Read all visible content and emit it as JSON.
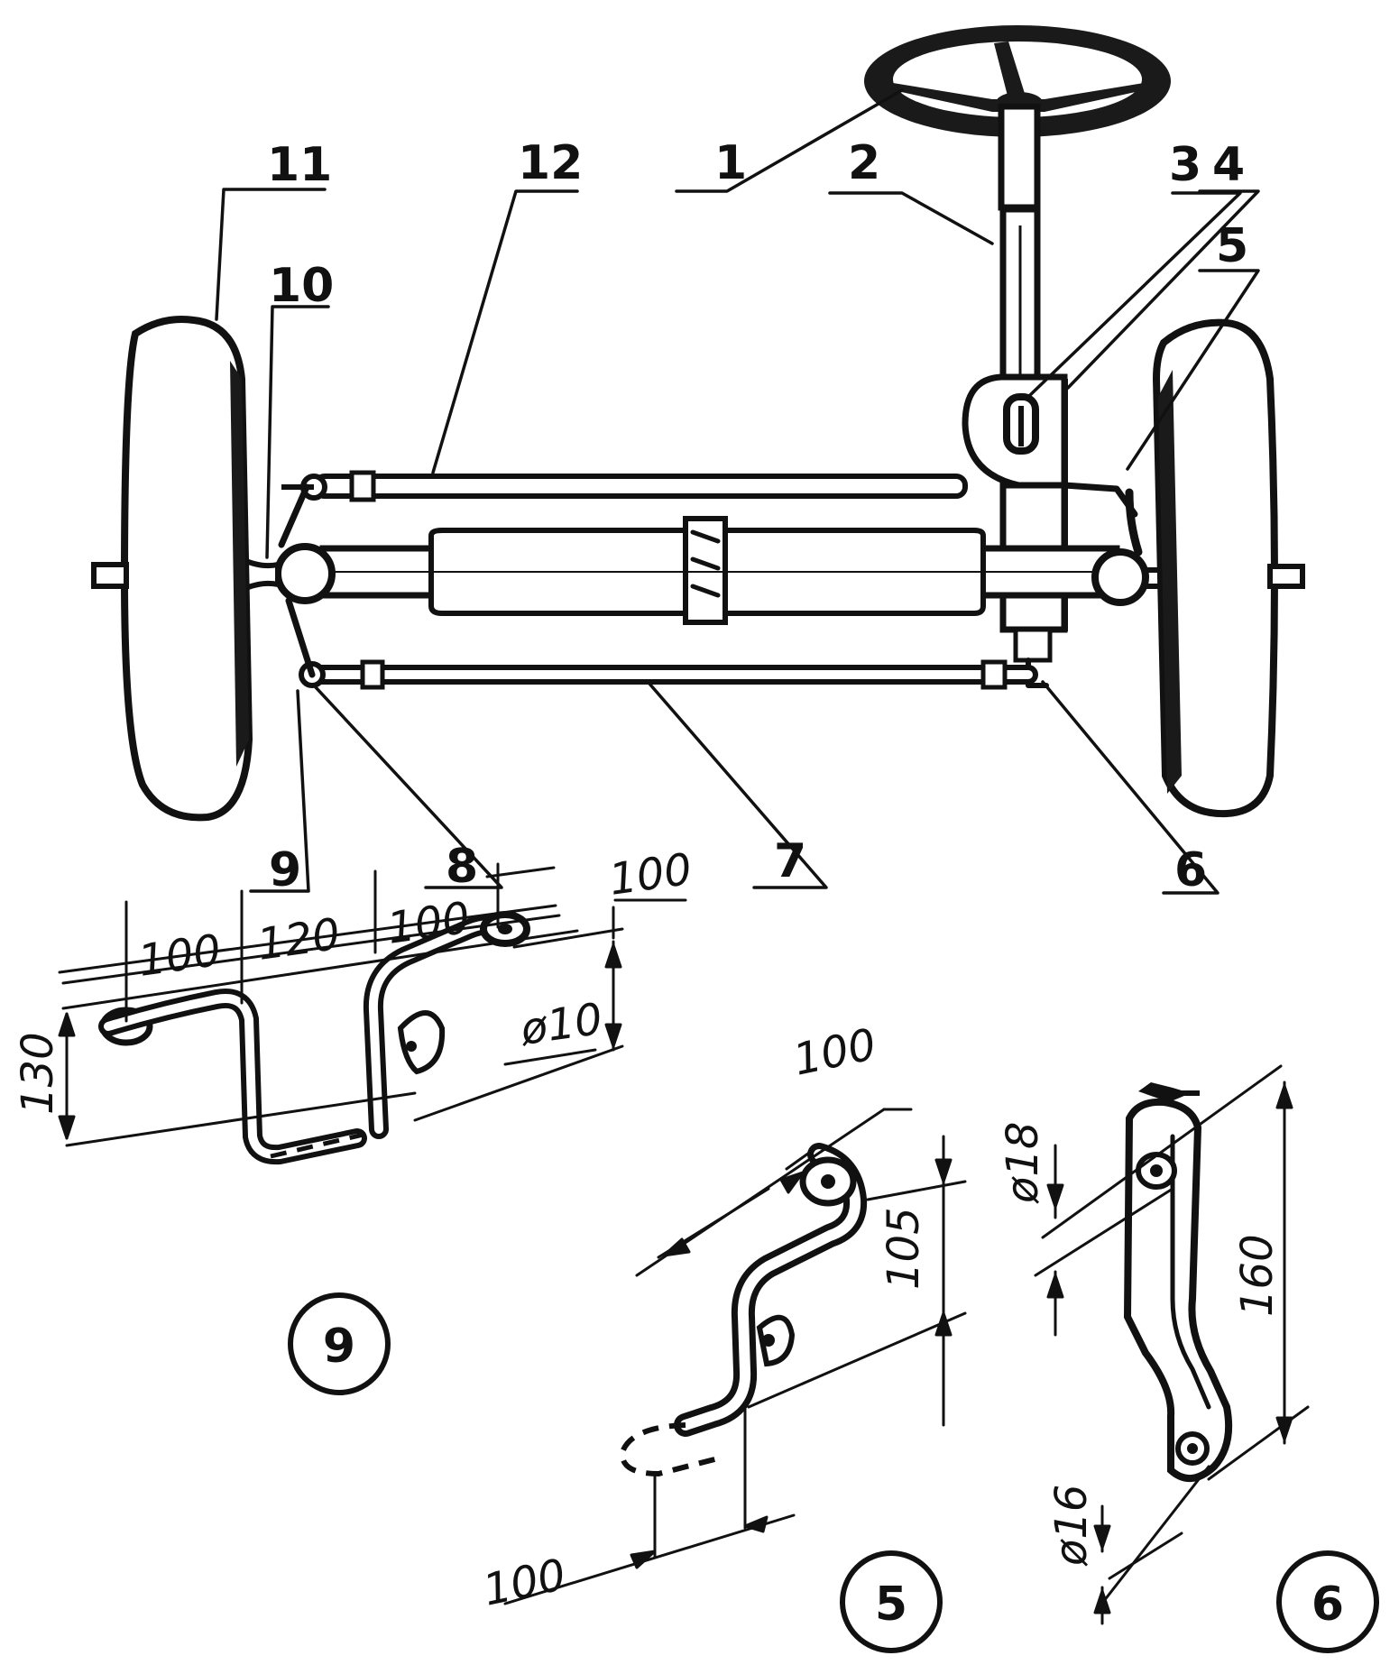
{
  "diagram": {
    "callouts": [
      "1",
      "2",
      "3",
      "4",
      "5",
      "6",
      "7",
      "8",
      "9",
      "10",
      "11",
      "12"
    ],
    "detail_markers": [
      "9",
      "5",
      "6"
    ],
    "dimensions": {
      "part9": [
        "100",
        "120",
        "100",
        "100",
        "ø10",
        "130"
      ],
      "part5": [
        "100",
        "105",
        "100"
      ],
      "part6": [
        "ø18",
        "160",
        "ø16"
      ]
    }
  }
}
